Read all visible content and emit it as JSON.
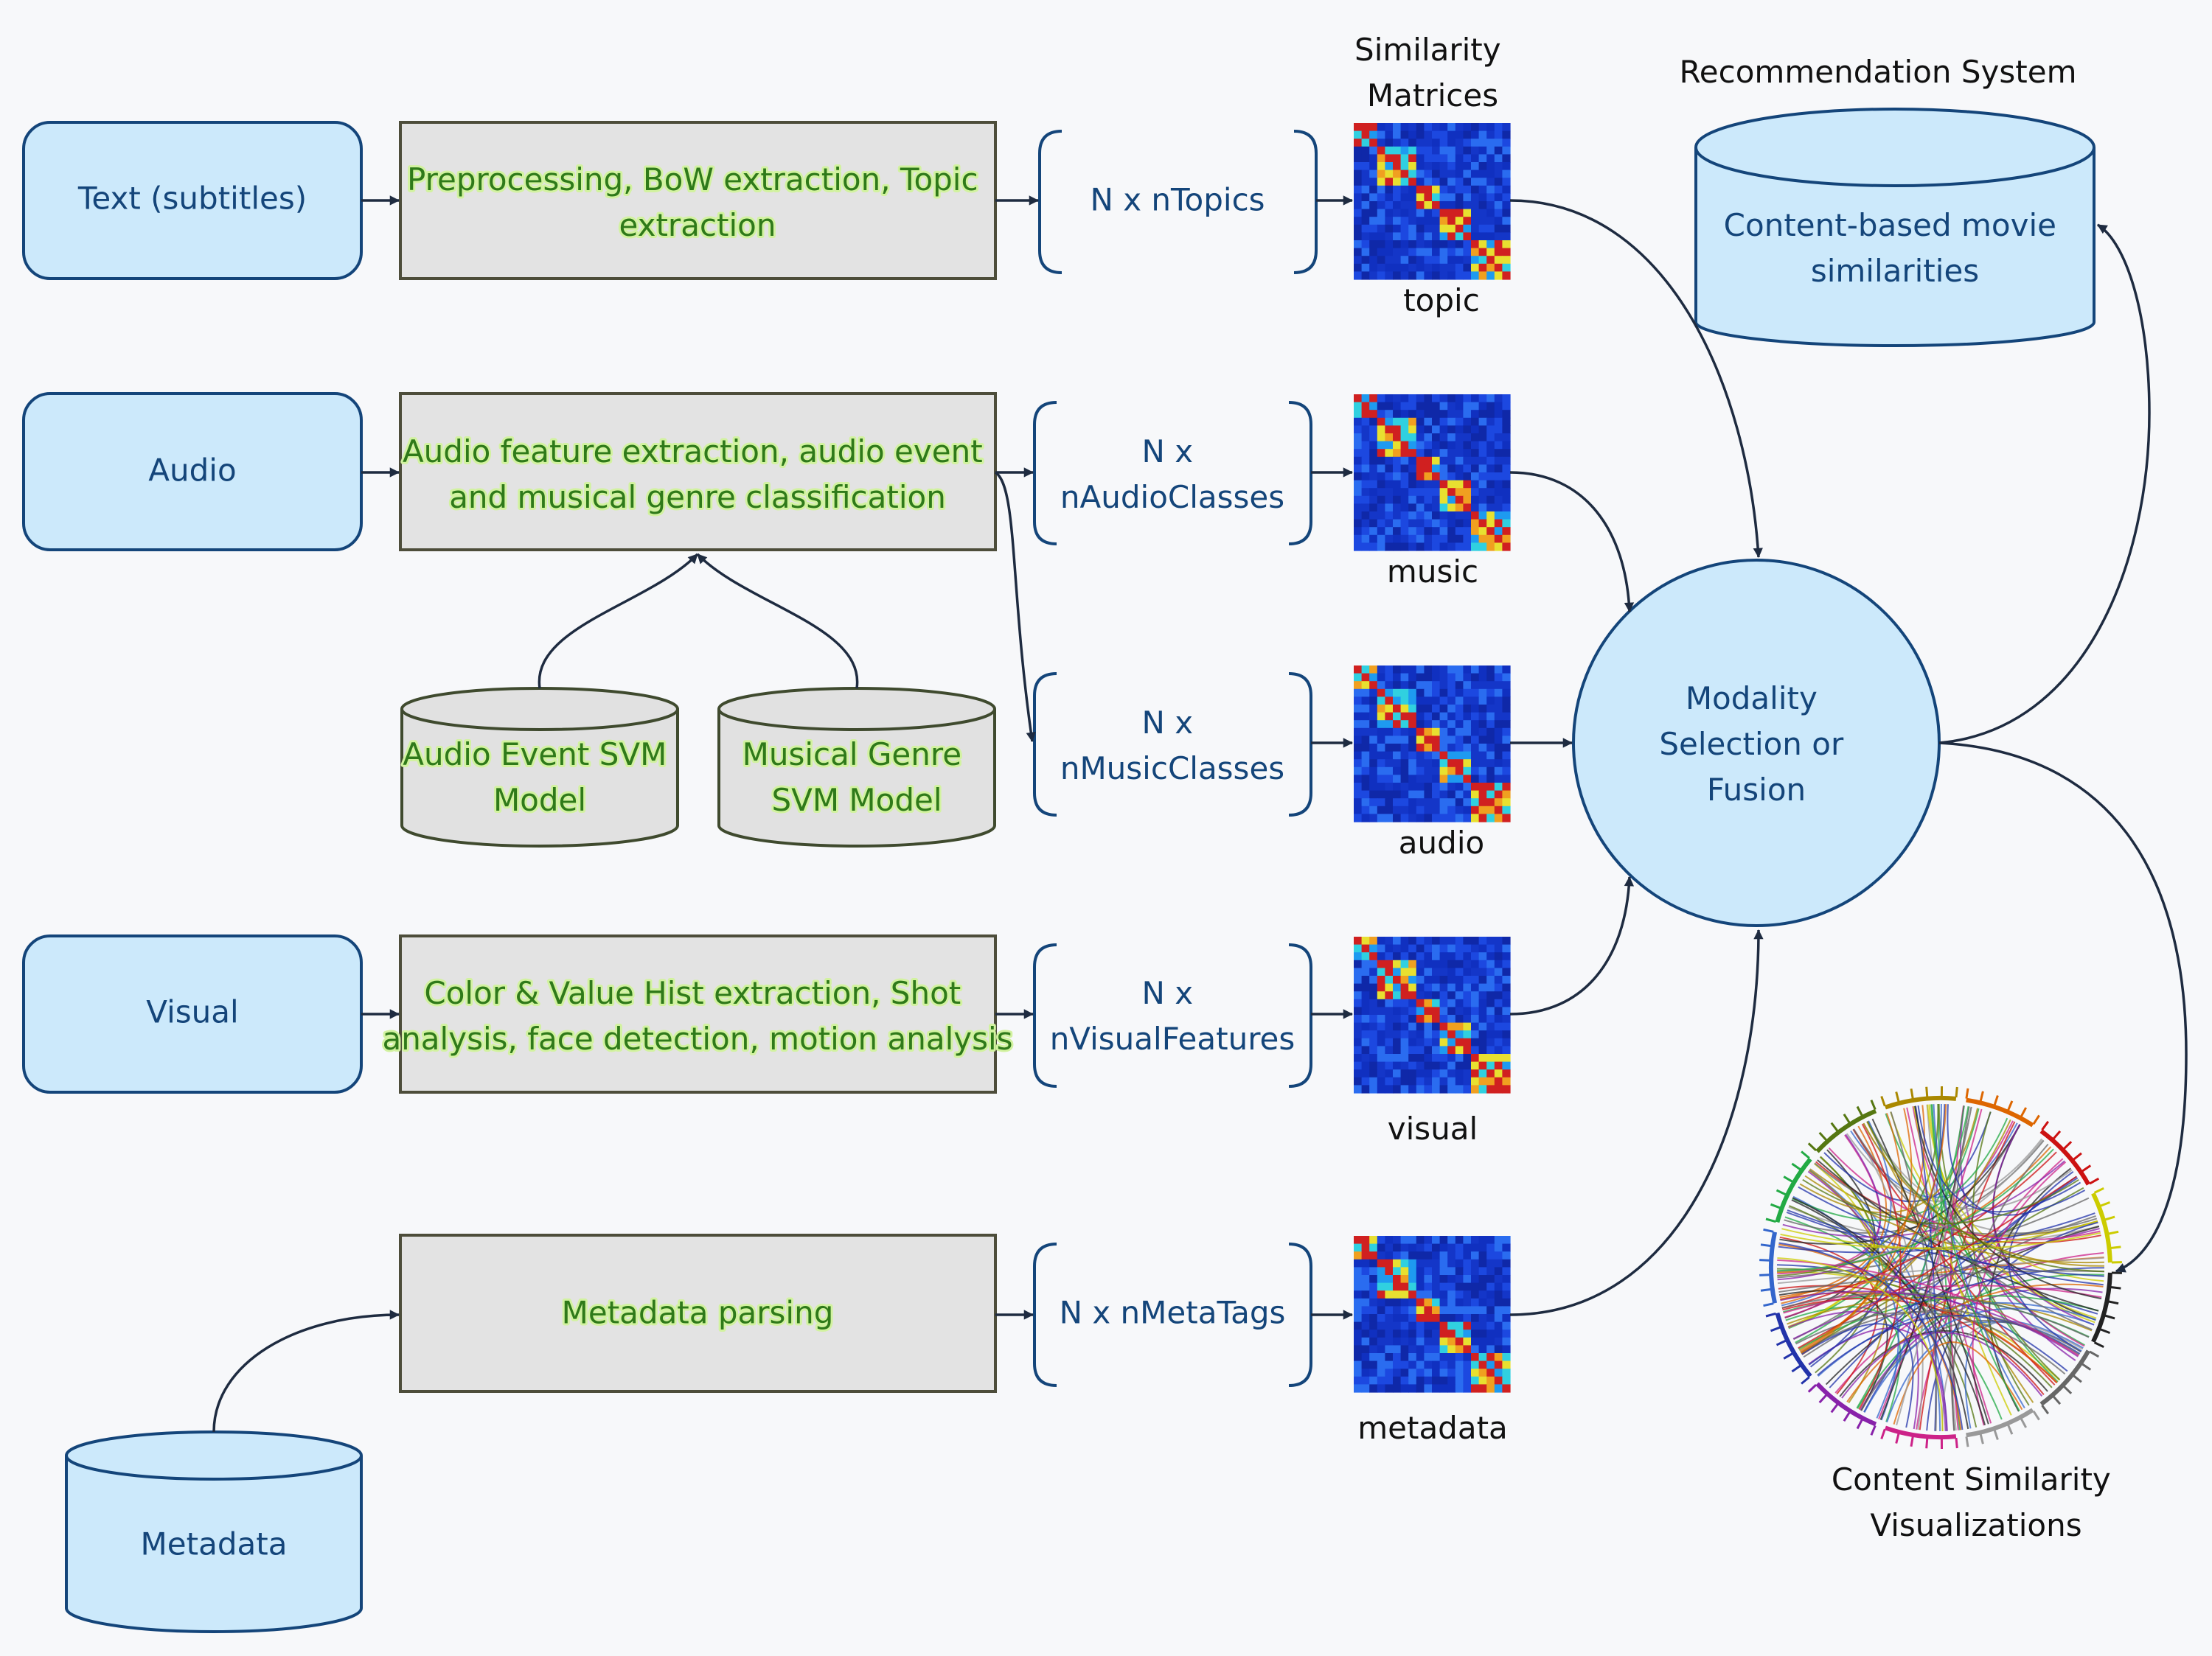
{
  "sources": {
    "text": "Text (subtitles)",
    "audio": "Audio",
    "visual": "Visual",
    "metadata": "Metadata"
  },
  "processes": {
    "text": [
      "Preprocessing, BoW extraction, Topic",
      "extraction"
    ],
    "audio": [
      "Audio feature extraction, audio event",
      "and musical genre classification"
    ],
    "visual": [
      "Color & Value Hist extraction, Shot",
      "analysis, face detection, motion analysis"
    ],
    "metadata": [
      "Metadata parsing"
    ]
  },
  "models": {
    "audio_event": [
      "Audio Event SVM",
      "Model"
    ],
    "musical_genre": [
      "Musical Genre",
      "SVM Model"
    ]
  },
  "features": {
    "topics": [
      "N x nTopics"
    ],
    "audio_classes": [
      "N x",
      "nAudioClasses"
    ],
    "music_classes": [
      "N x",
      "nMusicClasses"
    ],
    "visual_features": [
      "N x",
      "nVisualFeatures"
    ],
    "meta_tags": [
      "N x nMetaTags"
    ]
  },
  "matrices": {
    "header": [
      "Similarity",
      "Matrices"
    ],
    "labels": [
      "topic",
      "music",
      "audio",
      "visual",
      "metadata"
    ]
  },
  "fusion": [
    "Modality",
    "Selection or",
    "Fusion"
  ],
  "recommendation": {
    "title": "Recommendation System",
    "db": [
      "Content-based movie",
      "similarities"
    ]
  },
  "visualization": {
    "caption": [
      "Content Similarity",
      "Visualizations"
    ]
  },
  "colors": {
    "source_fill": "#cce9fb",
    "source_stroke": "#14457a",
    "process_fill": "#e3e3e3",
    "process_text": "#2f7a1a",
    "matrix_base": "#1436c8"
  }
}
